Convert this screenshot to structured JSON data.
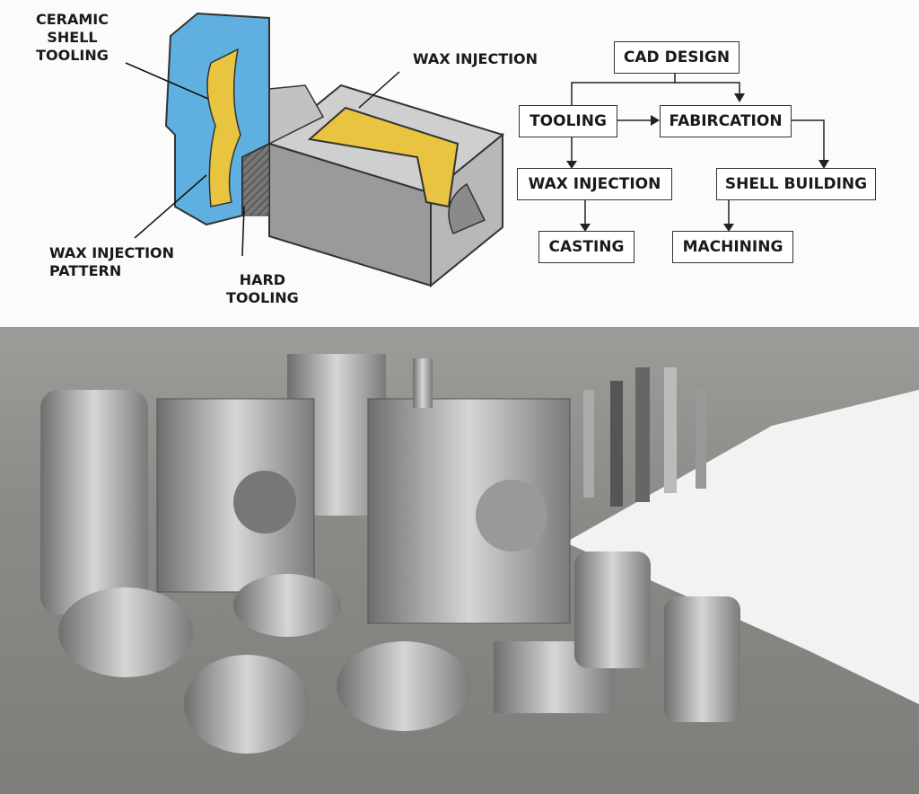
{
  "illustration": {
    "labels": {
      "ceramic_shell": "CERAMIC\nSHELL\nTOOLING",
      "ceramic_shell_lines": [
        "CERAMIC",
        "SHELL",
        "TOOLING"
      ],
      "wax_injection": "WAX INJECTION",
      "wax_pattern_lines": [
        "WAX INJECTION",
        "PATTERN"
      ],
      "hard_tooling_lines": [
        "HARD",
        "TOOLING"
      ]
    },
    "colors": {
      "shell": "#5fb0e0",
      "wax": "#e8c440",
      "steel": "#a9a9a9"
    }
  },
  "flowchart": {
    "nodes": {
      "cad": "CAD DESIGN",
      "tooling": "TOOLING",
      "fabrication": "FABIRCATION",
      "wax": "WAX INJECTION",
      "shell": "SHELL BUILDING",
      "casting": "CASTING",
      "machining": "MACHINING"
    }
  }
}
